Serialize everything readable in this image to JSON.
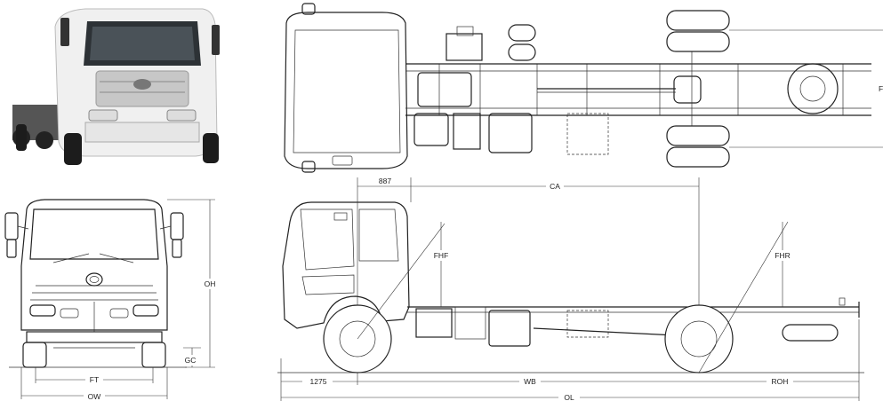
{
  "dimension_labels": {
    "cab_to_axle_front": "887",
    "cab_to_axle": "CA",
    "frame_height_front": "FHF",
    "frame_height_rear": "FHR",
    "front_overhang": "1275",
    "wheelbase": "WB",
    "rear_overhang": "ROH",
    "overall_length": "OL",
    "overall_height": "OH",
    "ground_clearance": "GC",
    "front_track": "FT",
    "overall_width": "OW",
    "top_view_edge_label": "F"
  },
  "colors": {
    "line": "#222222",
    "background": "#ffffff",
    "truck_photo_body": "#f2f2f2"
  },
  "icons": [
    "ud-logo-icon"
  ]
}
